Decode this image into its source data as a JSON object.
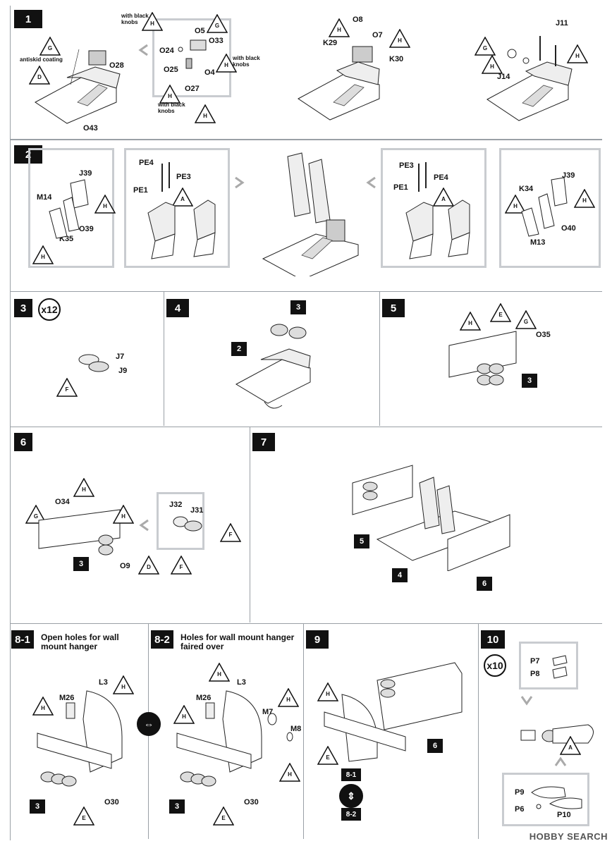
{
  "steps": {
    "s1": {
      "num": "1"
    },
    "s2": {
      "num": "2"
    },
    "s3": {
      "num": "3",
      "qty": "x12"
    },
    "s4": {
      "num": "4"
    },
    "s5": {
      "num": "5"
    },
    "s6": {
      "num": "6"
    },
    "s7": {
      "num": "7"
    },
    "s8_1": {
      "num": "8-1",
      "title_line1": "Open holes for wall",
      "title_line2": "mount hanger"
    },
    "s8_2": {
      "num": "8-2",
      "title_line1": "Holes for wall mount hanger",
      "title_line2": "faired over"
    },
    "s9": {
      "num": "9"
    },
    "s10": {
      "num": "10",
      "qty": "x10"
    }
  },
  "notes": {
    "antiskid": "antiskid coating",
    "black_knobs_1": "with black",
    "black_knobs_2": "knobs"
  },
  "parts": {
    "O43": "O43",
    "O28": "O28",
    "O24": "O24",
    "O25": "O25",
    "O27": "O27",
    "O5": "O5",
    "O33": "O33",
    "O4": "O4",
    "O8": "O8",
    "O7": "O7",
    "K29": "K29",
    "K30": "K30",
    "J11": "J11",
    "J14": "J14",
    "J39": "J39",
    "M14": "M14",
    "K35": "K35",
    "O39": "O39",
    "PE4": "PE4",
    "PE3": "PE3",
    "PE1": "PE1",
    "K34": "K34",
    "M13": "M13",
    "O40": "O40",
    "J7": "J7",
    "J9": "J9",
    "O35": "O35",
    "O34": "O34",
    "O9": "O9",
    "J32": "J32",
    "J31": "J31",
    "L3": "L3",
    "M26": "M26",
    "M7": "M7",
    "M8": "M8",
    "O30": "O30",
    "P7": "P7",
    "P8": "P8",
    "P9": "P9",
    "P6": "P6",
    "P10": "P10"
  },
  "colors": {
    "G": "G",
    "H": "H",
    "D": "D",
    "A": "A",
    "F": "F",
    "E": "E"
  },
  "refs": {
    "r2": "2",
    "r3": "3",
    "r4": "4",
    "r5": "5",
    "r6": "6",
    "r81": "8-1",
    "r82": "8-2"
  },
  "watermark": "HOBBY SEARCH"
}
